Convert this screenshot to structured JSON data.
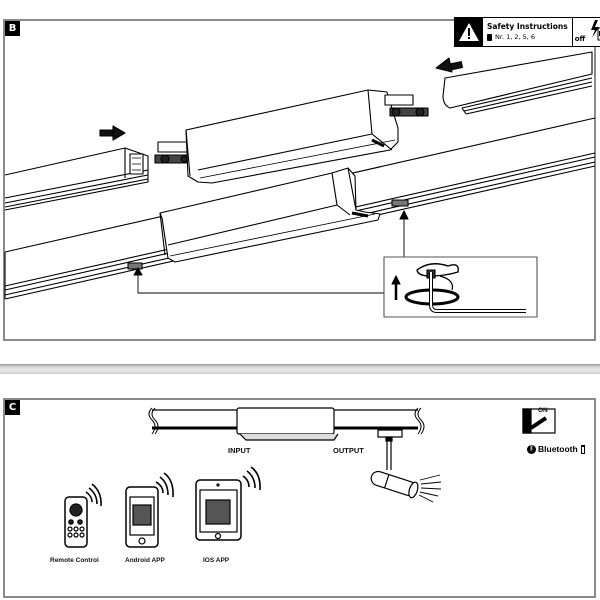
{
  "panels": {
    "b": {
      "tag": "B"
    },
    "c": {
      "tag": "C"
    }
  },
  "safety": {
    "title": "Safety Instructions",
    "refs": "Nr. 1, 2, 5, 6",
    "power_state": "off",
    "icons": [
      "warning-triangle-icon",
      "manual-book-icon",
      "power-plug-lightning-icon"
    ]
  },
  "panel_b": {
    "arrows": [
      "push-right-arrow",
      "push-left-arrow"
    ],
    "callout_icons": [
      "hex-key-icon",
      "rotate-arrow-icon",
      "up-arrow-icon"
    ]
  },
  "panel_c": {
    "input_label": "INPUT",
    "output_label": "OUTPUT",
    "switch_label": "ON",
    "bluetooth_label": "Bluetooth",
    "devices": [
      {
        "label": "Remote Control",
        "icon": "remote-control-icon"
      },
      {
        "label": "Android APP",
        "icon": "smartphone-icon"
      },
      {
        "label": "IOS APP",
        "icon": "tablet-icon"
      }
    ]
  }
}
